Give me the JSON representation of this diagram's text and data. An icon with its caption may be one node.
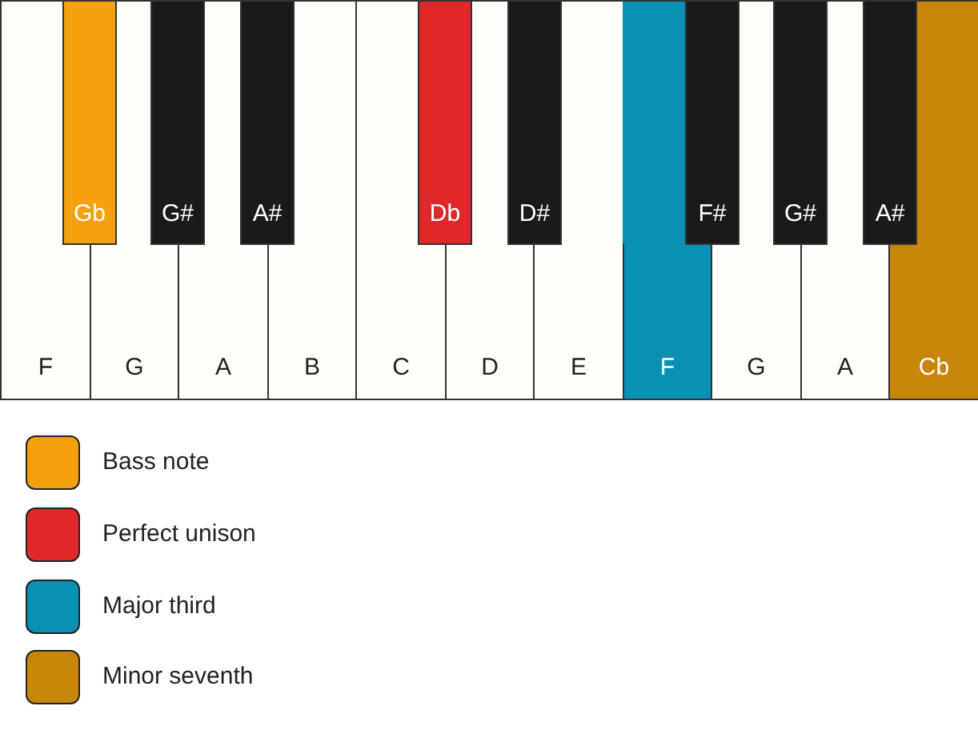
{
  "diagram": {
    "nodes": [
      {
        "text": [
          "F"
        ]
      },
      {
        "text": [
          "G"
        ]
      },
      {
        "text": [
          "A"
        ]
      },
      {
        "text": [
          "B"
        ]
      },
      {
        "text": [
          "C"
        ]
      },
      {
        "text": [
          "D"
        ]
      },
      {
        "text": [
          "E"
        ]
      },
      {
        "text": [
          "F"
        ]
      },
      {
        "text": [
          "G"
        ]
      },
      {
        "text": [
          "A"
        ]
      },
      {
        "text": [
          "Cb"
        ]
      },
      {
        "text": [
          "Gb"
        ]
      },
      {
        "text": [
          "G#"
        ]
      },
      {
        "text": [
          "A#"
        ]
      },
      {
        "text": [
          "Db"
        ]
      },
      {
        "text": [
          "D#"
        ]
      },
      {
        "text": [
          "F#"
        ]
      },
      {
        "text": [
          "G#"
        ]
      },
      {
        "text": [
          "A#"
        ]
      }
    ],
    "legend": [
      {
        "text": "Bass note",
        "color": "#f5a00f"
      },
      {
        "text": "Perfect unison",
        "color": "#e0282a"
      },
      {
        "text": "Major third",
        "color": "#0a8fb5"
      },
      {
        "text": "Minor seventh",
        "color": "#c8860a"
      }
    ]
  }
}
